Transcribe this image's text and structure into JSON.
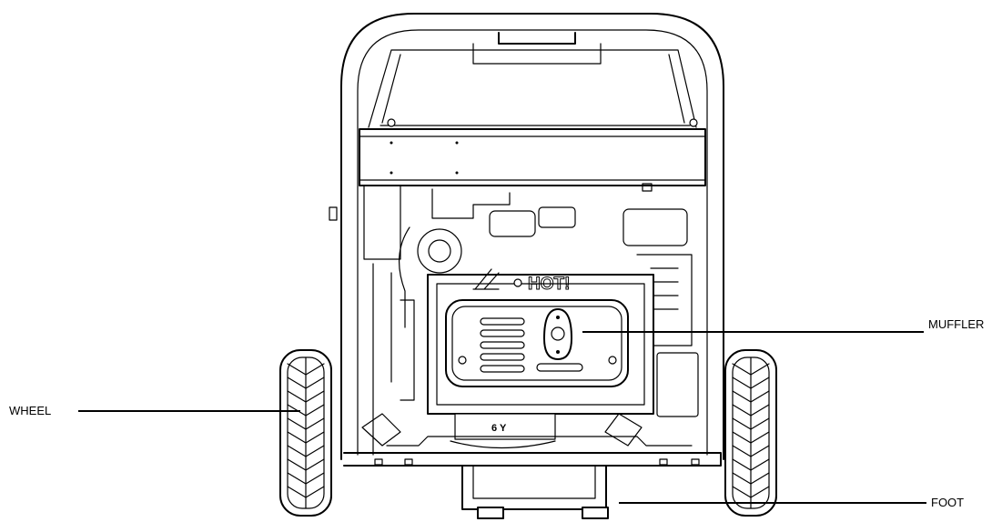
{
  "labels": {
    "wheel": "WHEEL",
    "muffler": "MUFFLER",
    "foot": "FOOT"
  },
  "decals": {
    "hot": "HOT!",
    "plate": "6 Y"
  },
  "colors": {
    "ink": "#000000",
    "paper": "#ffffff"
  }
}
